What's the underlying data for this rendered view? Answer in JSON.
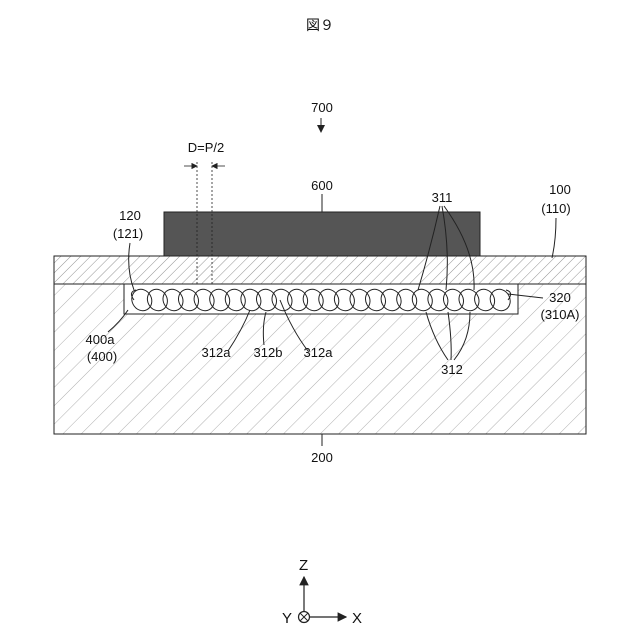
{
  "figure_title": "図９",
  "labels": {
    "l700": "700",
    "d_eq": "D=P/2",
    "l600": "600",
    "l311": "311",
    "l100": "100",
    "l110": "(110)",
    "l120": "120",
    "l121": "(121)",
    "l320": "320",
    "l310a": "(310A)",
    "l400a": "400a",
    "l400": "(400)",
    "l312a_left": "312a",
    "l312b": "312b",
    "l312a_right": "312a",
    "l312": "312",
    "l200": "200"
  },
  "axes": {
    "z": "Z",
    "y": "Y",
    "x": "X"
  },
  "colors": {
    "chip": "#555555",
    "line": "#222222",
    "hatch": "#888888"
  },
  "coil": {
    "turns": 24
  }
}
